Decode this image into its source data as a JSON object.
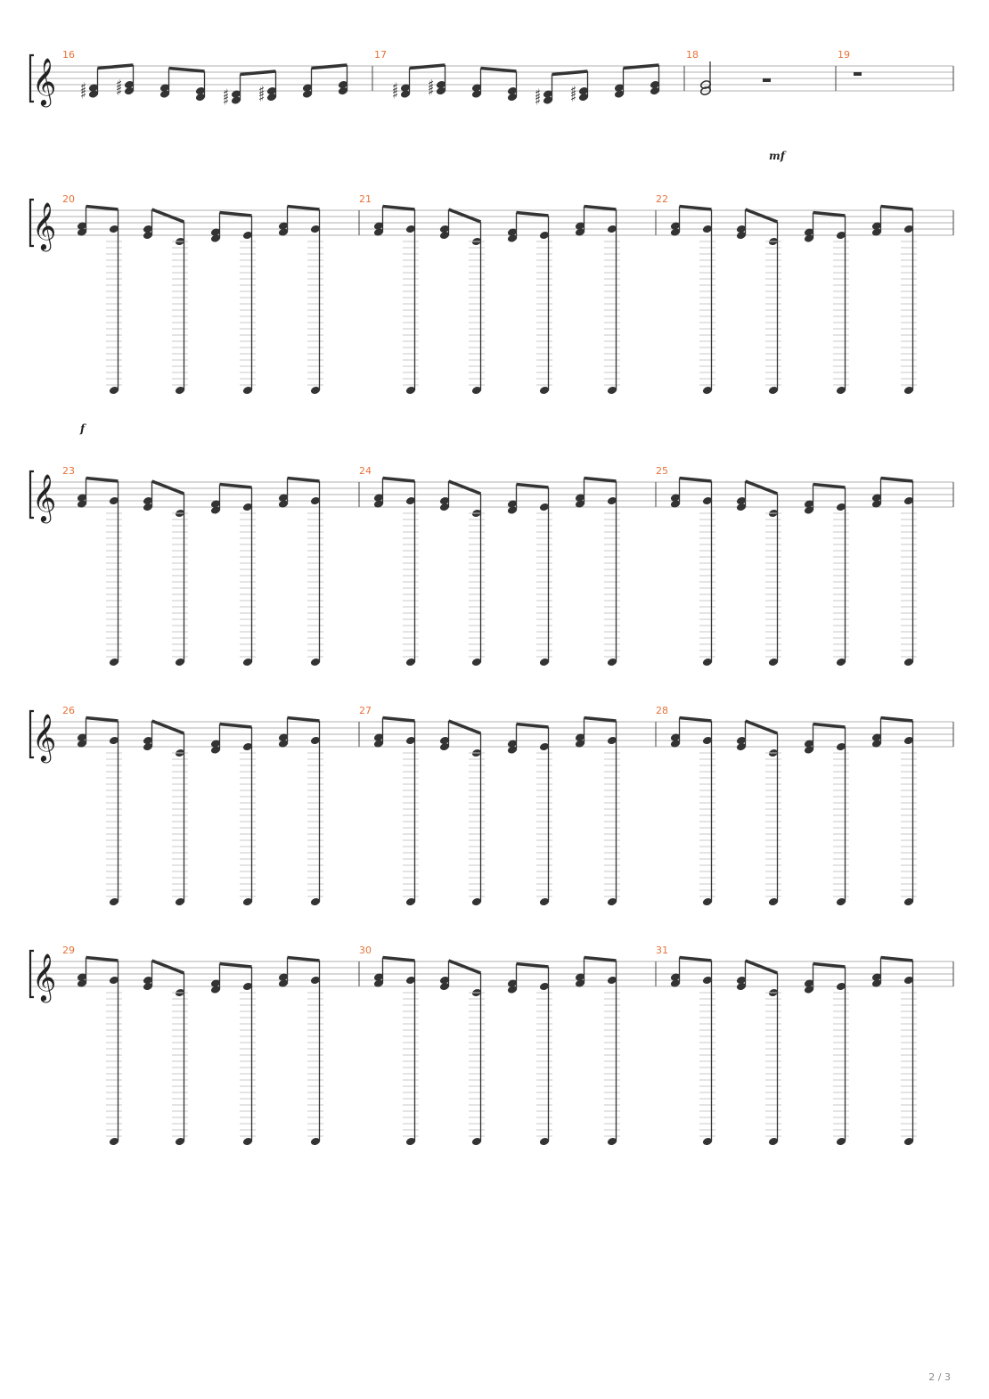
{
  "page": {
    "page_number": "2 / 3"
  },
  "colors": {
    "measure_number": "#e8733a",
    "staff_line": "#b0b0b0",
    "notes": "#333333",
    "ledger": "#c8c8c8"
  },
  "clef": "treble-clef",
  "systems": [
    {
      "measures": [
        "16",
        "17",
        "18",
        "19"
      ],
      "dynamic": "mf",
      "pattern": "intro"
    },
    {
      "measures": [
        "20",
        "21",
        "22"
      ],
      "dynamic": "",
      "pattern": "low-bass"
    },
    {
      "measures": [
        "23",
        "24",
        "25"
      ],
      "dynamic": "f",
      "pattern": "low-bass"
    },
    {
      "measures": [
        "26",
        "27",
        "28"
      ],
      "dynamic": "",
      "pattern": "low-bass"
    },
    {
      "measures": [
        "29",
        "30",
        "31"
      ],
      "dynamic": "",
      "pattern": "low-bass"
    }
  ]
}
